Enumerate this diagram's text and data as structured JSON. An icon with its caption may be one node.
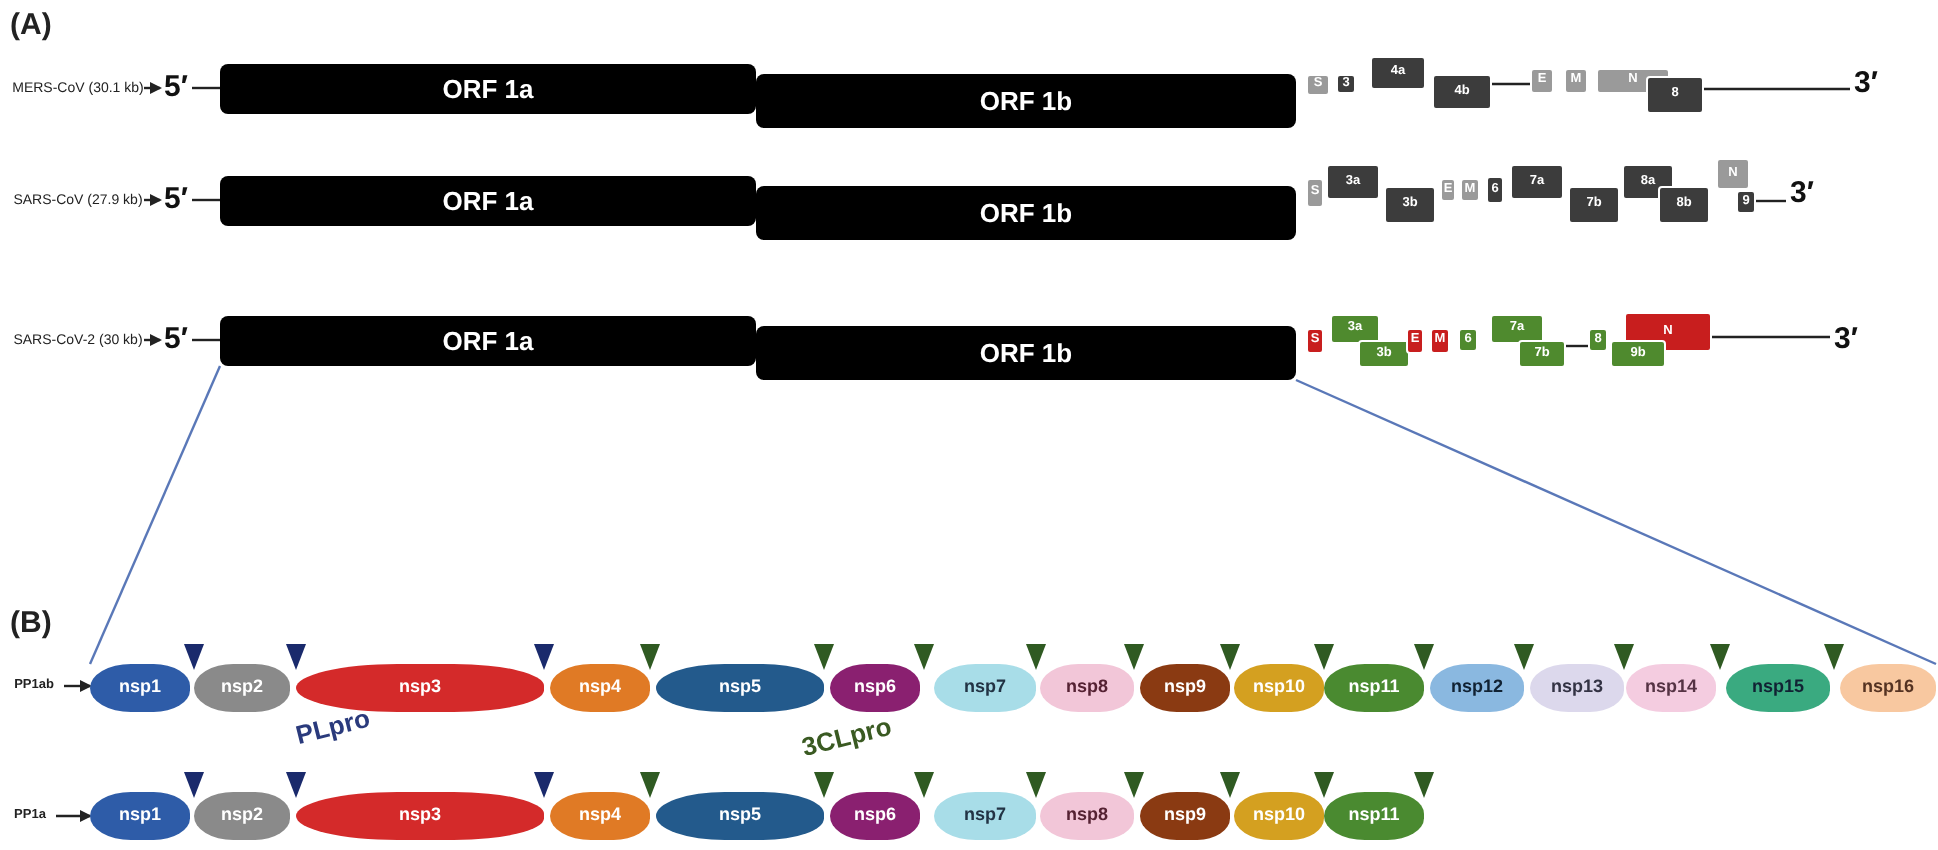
{
  "diagram": {
    "nodes": [
      {
        "text": [
          "MERS-CoV (30.1 kb)"
        ]
      },
      {
        "text": [
          "5′"
        ]
      },
      {
        "text": [
          "ORF 1a"
        ]
      },
      {
        "text": [
          "ORF 1b"
        ]
      },
      {
        "text": [
          "S"
        ]
      },
      {
        "text": [
          "3"
        ]
      },
      {
        "text": [
          "4a"
        ]
      },
      {
        "text": [
          "4b"
        ]
      },
      {
        "text": [
          "E"
        ]
      },
      {
        "text": [
          "M"
        ]
      },
      {
        "text": [
          "N"
        ]
      },
      {
        "text": [
          "8"
        ]
      },
      {
        "text": [
          "3′"
        ]
      },
      {
        "text": [
          "SARS-CoV (27.9 kb)"
        ]
      },
      {
        "text": [
          "5′"
        ]
      },
      {
        "text": [
          "ORF 1a"
        ]
      },
      {
        "text": [
          "ORF 1b"
        ]
      },
      {
        "text": [
          "S"
        ]
      },
      {
        "text": [
          "3a"
        ]
      },
      {
        "text": [
          "3b"
        ]
      },
      {
        "text": [
          "E"
        ]
      },
      {
        "text": [
          "M"
        ]
      },
      {
        "text": [
          "6"
        ]
      },
      {
        "text": [
          "7a"
        ]
      },
      {
        "text": [
          "7b"
        ]
      },
      {
        "text": [
          "8a"
        ]
      },
      {
        "text": [
          "8b"
        ]
      },
      {
        "text": [
          "N"
        ]
      },
      {
        "text": [
          "9"
        ]
      },
      {
        "text": [
          "3′"
        ]
      },
      {
        "text": [
          "SARS-CoV-2 (30 kb)"
        ]
      },
      {
        "text": [
          "5′"
        ]
      },
      {
        "text": [
          "ORF 1a"
        ]
      },
      {
        "text": [
          "ORF 1b"
        ]
      },
      {
        "text": [
          "S"
        ]
      },
      {
        "text": [
          "3a"
        ]
      },
      {
        "text": [
          "3b"
        ]
      },
      {
        "text": [
          "E"
        ]
      },
      {
        "text": [
          "M"
        ]
      },
      {
        "text": [
          "6"
        ]
      },
      {
        "text": [
          "7a"
        ]
      },
      {
        "text": [
          "7b"
        ]
      },
      {
        "text": [
          "8"
        ]
      },
      {
        "text": [
          "N"
        ]
      },
      {
        "text": [
          "9b"
        ]
      },
      {
        "text": [
          "3′"
        ]
      },
      {
        "text": [
          "PP1ab"
        ]
      },
      {
        "text": [
          "nsp1"
        ]
      },
      {
        "text": [
          "nsp2"
        ]
      },
      {
        "text": [
          "nsp3"
        ]
      },
      {
        "text": [
          "nsp4"
        ]
      },
      {
        "text": [
          "nsp5"
        ]
      },
      {
        "text": [
          "nsp6"
        ]
      },
      {
        "text": [
          "nsp7"
        ]
      },
      {
        "text": [
          "nsp8"
        ]
      },
      {
        "text": [
          "nsp9"
        ]
      },
      {
        "text": [
          "nsp10"
        ]
      },
      {
        "text": [
          "nsp11"
        ]
      },
      {
        "text": [
          "nsp12"
        ]
      },
      {
        "text": [
          "nsp13"
        ]
      },
      {
        "text": [
          "nsp14"
        ]
      },
      {
        "text": [
          "nsp15"
        ]
      },
      {
        "text": [
          "nsp16"
        ]
      },
      {
        "text": [
          "PP1a"
        ]
      },
      {
        "text": [
          "nsp1"
        ]
      },
      {
        "text": [
          "nsp2"
        ]
      },
      {
        "text": [
          "nsp3"
        ]
      },
      {
        "text": [
          "nsp4"
        ]
      },
      {
        "text": [
          "nsp5"
        ]
      },
      {
        "text": [
          "nsp6"
        ]
      },
      {
        "text": [
          "nsp7"
        ]
      },
      {
        "text": [
          "nsp8"
        ]
      },
      {
        "text": [
          "nsp9"
        ]
      },
      {
        "text": [
          "nsp10"
        ]
      },
      {
        "text": [
          "nsp11"
        ]
      }
    ],
    "edges": [
      {
        "from": 0,
        "to": 1,
        "arrow": "to"
      },
      {
        "from": 13,
        "to": 14,
        "arrow": "to"
      },
      {
        "from": 30,
        "to": 31,
        "arrow": "to"
      },
      {
        "from": 1,
        "to": 2,
        "arrow": "none"
      },
      {
        "from": 7,
        "to": 8,
        "arrow": "none"
      },
      {
        "from": 11,
        "to": 12,
        "arrow": "none"
      },
      {
        "from": 14,
        "to": 15,
        "arrow": "none"
      },
      {
        "from": 28,
        "to": 29,
        "arrow": "none"
      },
      {
        "from": 31,
        "to": 32,
        "arrow": "none"
      },
      {
        "from": 41,
        "to": 42,
        "arrow": "none"
      },
      {
        "from": 43,
        "to": 45,
        "arrow": "none"
      },
      {
        "from": 32,
        "to": 47,
        "arrow": "none",
        "color": "#5a78b8"
      },
      {
        "from": 33,
        "to": 62,
        "arrow": "none",
        "color": "#5a78b8"
      },
      {
        "from": 46,
        "to": 47,
        "arrow": "to"
      },
      {
        "from": 63,
        "to": 64,
        "arrow": "to"
      }
    ],
    "labels": [
      "(A)",
      "(B)",
      "PLpro",
      "3CLpro"
    ]
  }
}
